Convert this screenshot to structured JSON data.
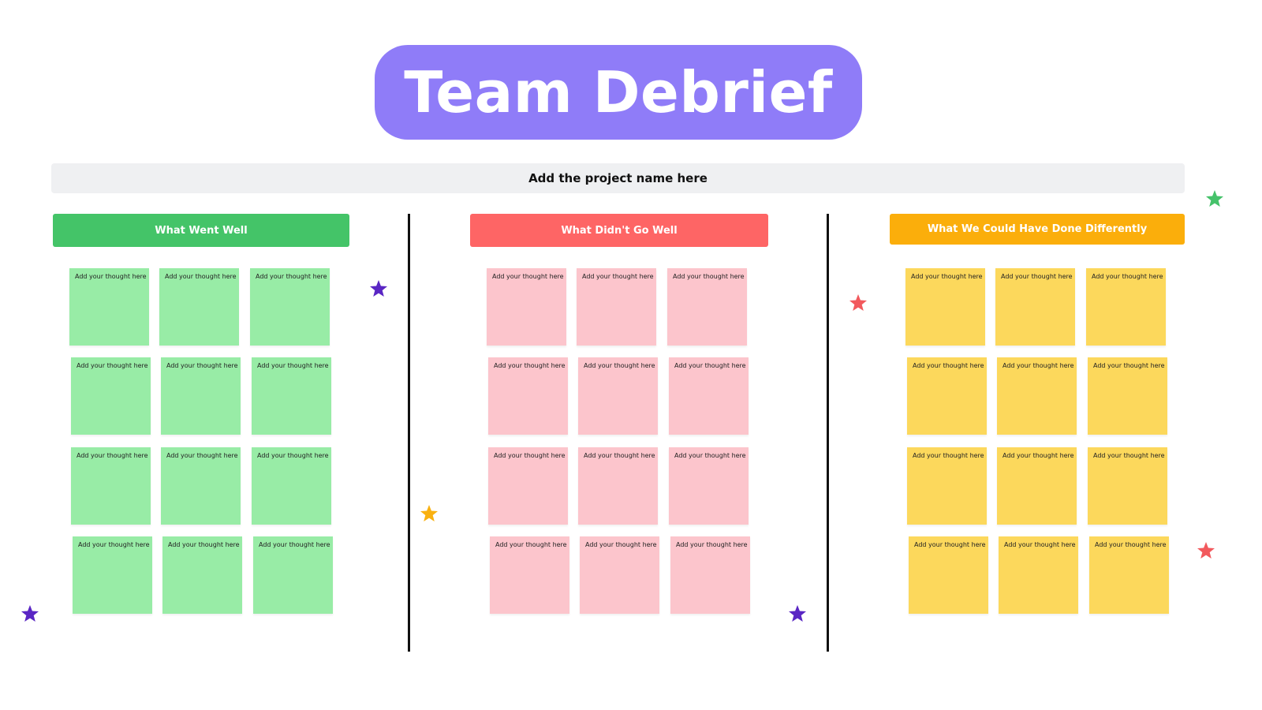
{
  "title": "Team Debrief",
  "project_placeholder": "Add the project name here",
  "columns": [
    {
      "header": "What Went Well",
      "header_color": "#44c468",
      "note_color": "#98eca6"
    },
    {
      "header": "What Didn't Go Well",
      "header_color": "#fe6565",
      "note_color": "#fcc5cc"
    },
    {
      "header": "What We Could Have Done Differently",
      "header_color": "#fbae0b",
      "note_color": "#fcd85c"
    }
  ],
  "note_text": "Add your thought here",
  "star_colors": {
    "purple": "#5a26c4",
    "orange": "#f9b110",
    "red": "#f2595d",
    "green": "#45c26a"
  },
  "colors": {
    "title_bg": "#8f7cf8",
    "project_bar_bg": "#eff0f2",
    "divider": "#111111"
  }
}
